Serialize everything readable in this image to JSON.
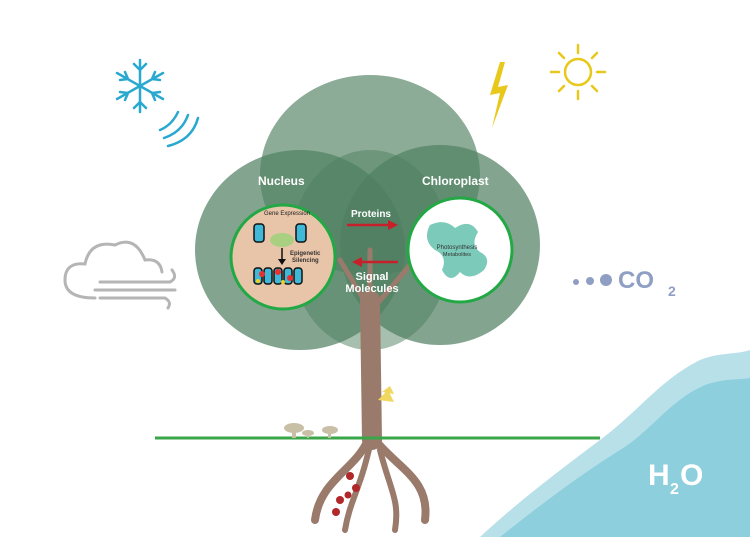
{
  "labels": {
    "nucleus": "Nucleus",
    "chloroplast": "Chloroplast",
    "proteins": "Proteins",
    "signal_line1": "Signal",
    "signal_line2": "Molecules",
    "gene_expression": "Gene Expression",
    "epigenetic_line1": "Epigenetic",
    "epigenetic_line2": "Silencing",
    "photosynthesis_line1": "Photosynthesis",
    "photosynthesis_line2": "Metabolites",
    "co2_main": "CO",
    "co2_sub": "2",
    "h2o_h": "H",
    "h2o_sub": "2",
    "h2o_o": "O"
  },
  "colors": {
    "canopy": "#4e7f5f",
    "arrow": "#c8202a",
    "snow": "#29a8d0",
    "sun": "#e8c81a",
    "cloud": "#b5b5b5",
    "co2": "#8f9fc4",
    "water": "#8dcfdc",
    "trunk": "#9a7a6a",
    "grass": "#3aa64a"
  },
  "icons": [
    "snowflake-icon",
    "cold-wind-icon",
    "lightning-icon",
    "sun-icon",
    "cloud-wind-icon",
    "co2-bubbles-icon",
    "water-wave-icon",
    "mushroom-icon"
  ]
}
